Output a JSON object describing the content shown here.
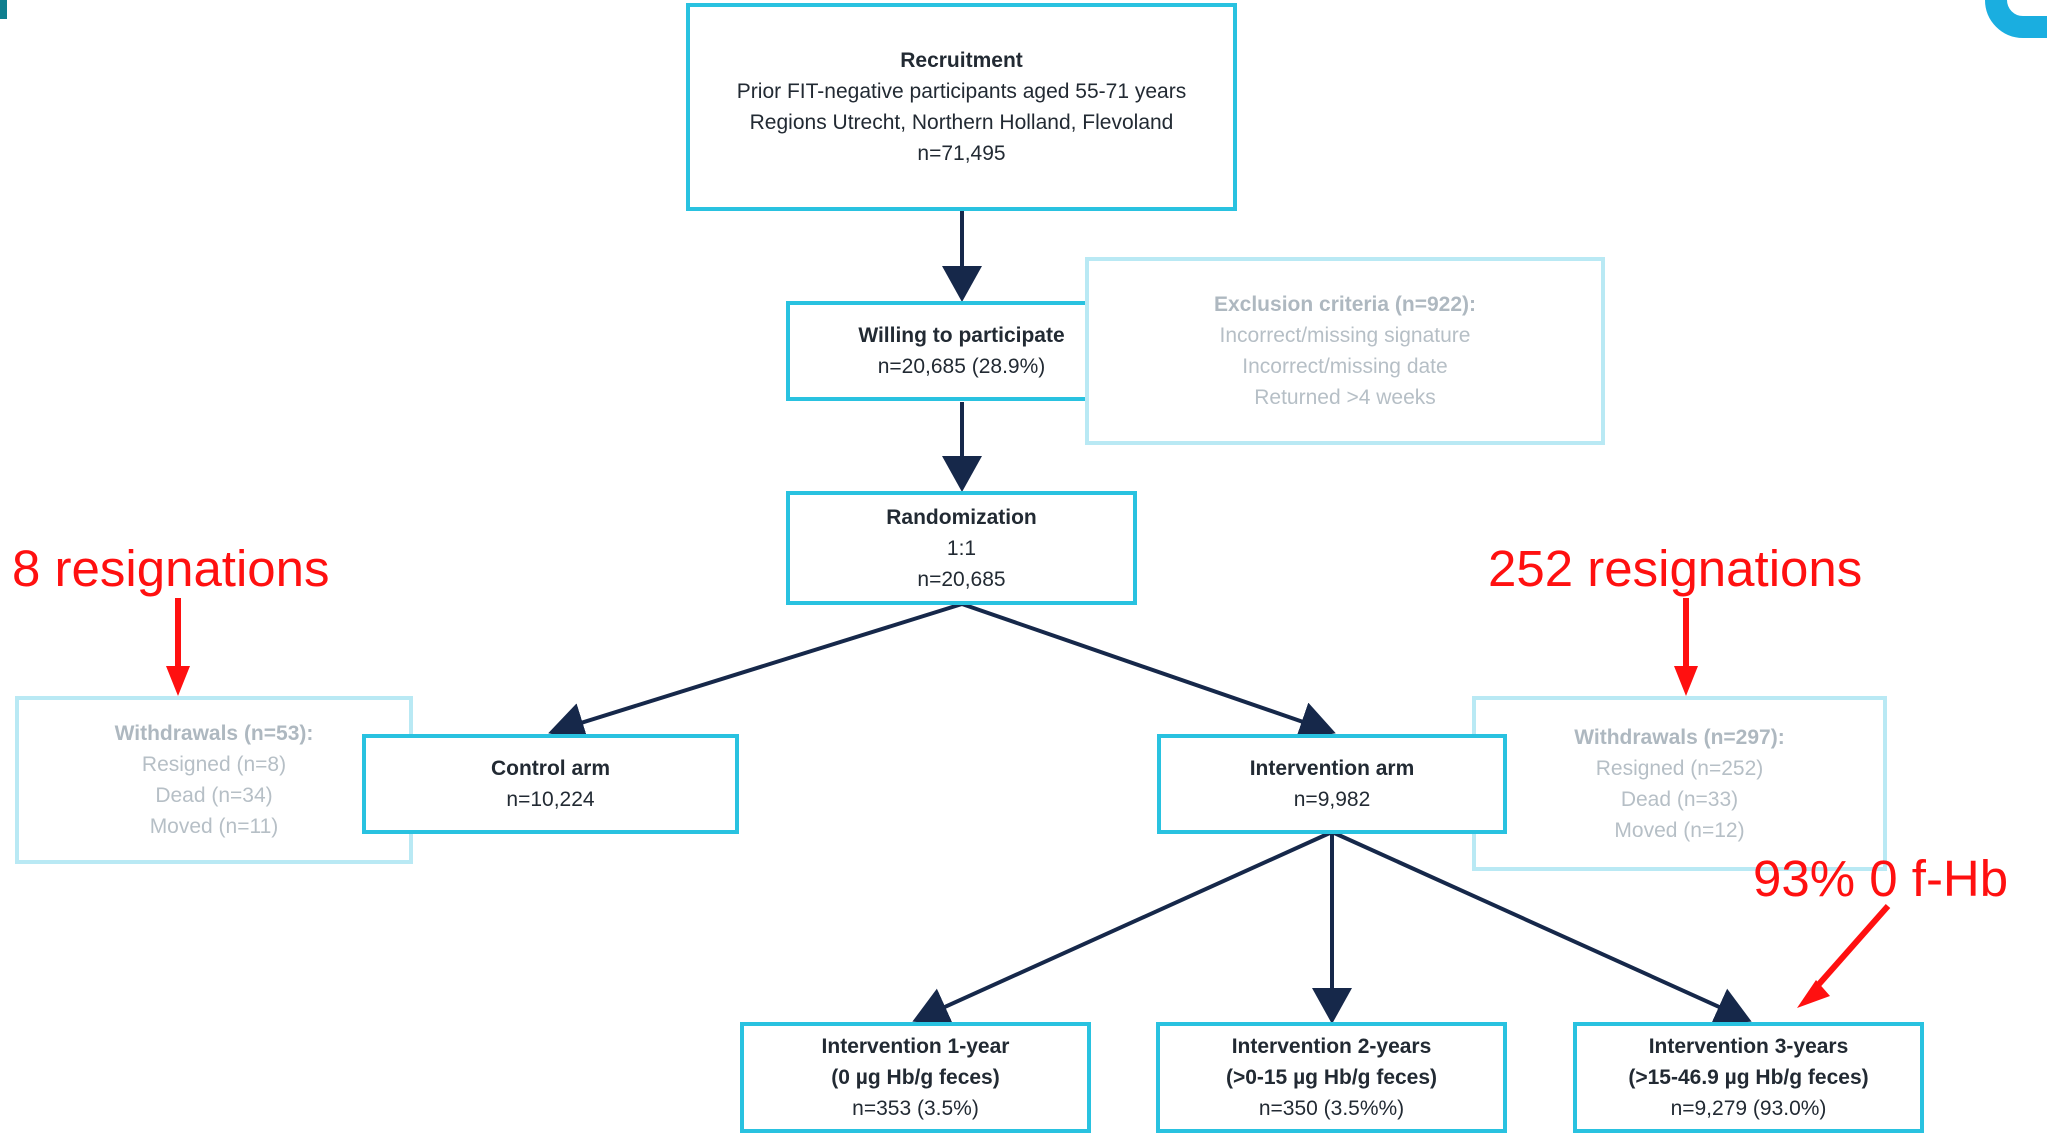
{
  "recruitment": {
    "title": "Recruitment",
    "lines": [
      "Prior FIT-negative participants aged 55-71 years",
      "Regions Utrecht, Northern Holland, Flevoland"
    ],
    "n": "n=71,495"
  },
  "willing": {
    "title": "Willing to participate",
    "n": "n=20,685 (28.9%)"
  },
  "exclusion": {
    "title": "Exclusion criteria (n=922):",
    "lines": [
      "Incorrect/missing signature",
      "Incorrect/missing date",
      "Returned >4 weeks"
    ]
  },
  "randomization": {
    "title": "Randomization",
    "ratio": "1:1",
    "n": "n=20,685"
  },
  "control": {
    "title": "Control arm",
    "n": "n=10,224"
  },
  "intervention": {
    "title": "Intervention arm",
    "n": "n=9,982"
  },
  "withdrawals_control": {
    "title": "Withdrawals (n=53):",
    "lines": [
      "Resigned (n=8)",
      "Dead (n=34)",
      "Moved  (n=11)"
    ]
  },
  "withdrawals_intervention": {
    "title": "Withdrawals (n=297):",
    "lines": [
      "Resigned (n=252)",
      "Dead (n=33)",
      "Moved (n=12)"
    ]
  },
  "groups": [
    {
      "title": "Intervention 1-year",
      "range": "(0 µg Hb/g feces)",
      "n": "n=353 (3.5%)"
    },
    {
      "title": "Intervention 2-years",
      "range": "(>0-15 µg Hb/g feces)",
      "n": "n=350 (3.5%%)"
    },
    {
      "title": "Intervention 3-years",
      "range": "(>15-46.9 µg Hb/g feces)",
      "n": "n=9,279 (93.0%)"
    }
  ],
  "annotations": {
    "left": "8 resignations",
    "right": "252 resignations",
    "bottom": "93% 0 f-Hb"
  },
  "colors": {
    "box_border": "#29c2e0",
    "box_border_faded": "#b9e9f4",
    "connector": "#16284a",
    "annotation": "#ff1010"
  }
}
